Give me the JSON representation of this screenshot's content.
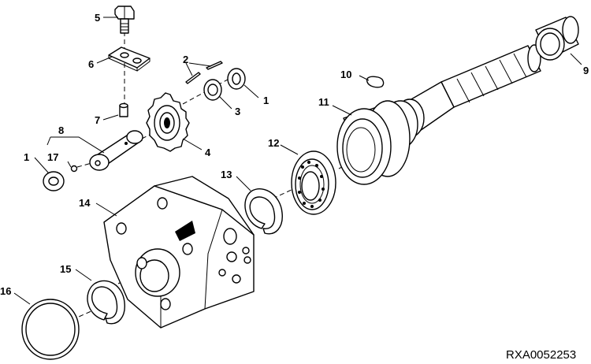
{
  "diagram": {
    "reference_code": "RXA0052253",
    "callouts": [
      {
        "id": "1a",
        "text": "1"
      },
      {
        "id": "1b",
        "text": "1"
      },
      {
        "id": "2",
        "text": "2"
      },
      {
        "id": "3",
        "text": "3"
      },
      {
        "id": "4",
        "text": "4"
      },
      {
        "id": "5",
        "text": "5"
      },
      {
        "id": "6",
        "text": "6"
      },
      {
        "id": "7",
        "text": "7"
      },
      {
        "id": "8",
        "text": "8"
      },
      {
        "id": "9",
        "text": "9"
      },
      {
        "id": "10",
        "text": "10"
      },
      {
        "id": "11",
        "text": "11"
      },
      {
        "id": "12",
        "text": "12"
      },
      {
        "id": "13",
        "text": "13"
      },
      {
        "id": "14",
        "text": "14"
      },
      {
        "id": "15",
        "text": "15"
      },
      {
        "id": "16",
        "text": "16"
      },
      {
        "id": "17",
        "text": "17"
      }
    ]
  }
}
